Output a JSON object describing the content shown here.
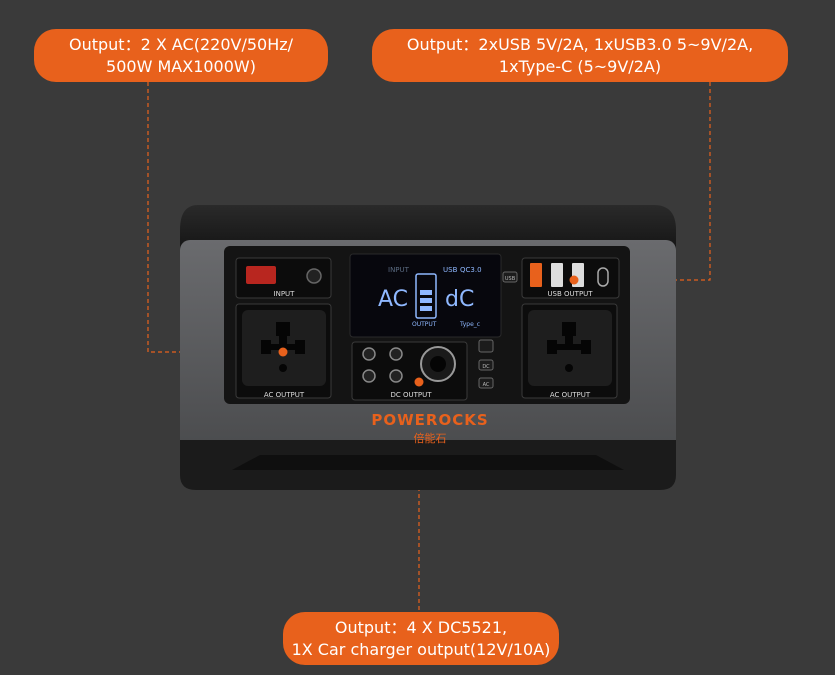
{
  "callouts": {
    "ac": {
      "line1": "Output：2 X AC(220V/50Hz/",
      "line2": "500W MAX1000W)"
    },
    "usb": {
      "line1": "Output：2xUSB 5V/2A, 1xUSB3.0 5~9V/2A,",
      "line2": "1xType-C (5~9V/2A)"
    },
    "dc": {
      "line1": "Output：4 X DC5521,",
      "line2": "1X Car  charger output(12V/10A)"
    }
  },
  "device": {
    "panel_labels": {
      "input": "INPUT",
      "ac_output_left": "AC OUTPUT",
      "ac_output_right": "AC OUTPUT",
      "dc_output": "DC OUTPUT",
      "usb_output": "USB OUTPUT"
    },
    "display": {
      "input": "INPUT",
      "usb": "USB",
      "qc": "QC3.0",
      "ac": "AC",
      "dc": "dC",
      "output": "OUTPUT",
      "type_c": "Type_c"
    },
    "brand": {
      "name": "POWEROCKS",
      "chinese": "倍能石"
    },
    "buttons": {
      "usb": "USB",
      "dc": "DC",
      "ac": "AC"
    }
  },
  "colors": {
    "accent": "#e8611c",
    "background": "#3a3a3a",
    "panel": "#111111",
    "body": "#58595b",
    "screen": "#0a0a14",
    "screen_text": "#8fb8ff"
  }
}
